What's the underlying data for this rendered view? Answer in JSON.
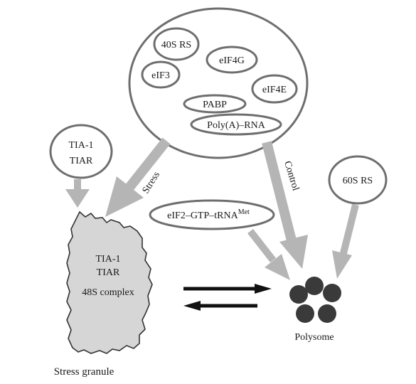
{
  "complex": {
    "s40": "40S RS",
    "eif4g": "eIF4G",
    "eif3": "eIF3",
    "eif4e": "eIF4E",
    "pabp": "PABP",
    "polya": "Poly(A)–RNA"
  },
  "tia_bubble": {
    "line1": "TIA-1",
    "line2": "TIAR"
  },
  "s60": "60S RS",
  "ternary": {
    "main": "eIF2–GTP–tRNA",
    "sup": "Met"
  },
  "arrows": {
    "stress": "Stress",
    "control": "Control"
  },
  "granule": {
    "line1": "TIA-1",
    "line2": "TIAR",
    "line3": "48S complex",
    "caption": "Stress granule"
  },
  "polysome": {
    "caption": "Polysome"
  },
  "colors": {
    "outline": "#6e6e6e",
    "arrow_gray": "#b5b5b5",
    "granule_fill": "#d6d6d6",
    "ribosome": "#3a3a3a",
    "black_arrow": "#111111"
  }
}
